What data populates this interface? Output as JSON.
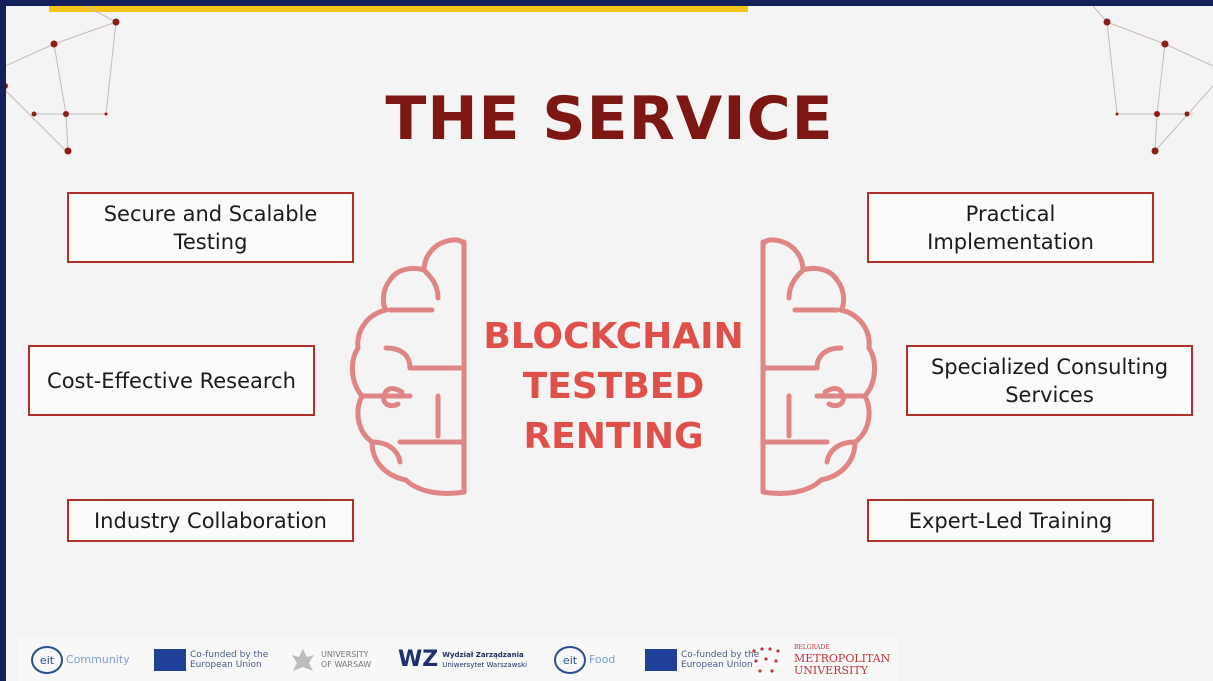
{
  "slide": {
    "title": "THE SERVICE",
    "center": [
      "BLOCKCHAIN",
      "TESTBED",
      "RENTING"
    ],
    "left_boxes": [
      "Secure and Scalable Testing",
      "Cost-Effective Research",
      "Industry Collaboration"
    ],
    "right_boxes": [
      "Practical Implementation",
      "Specialized Consulting Services",
      "Expert-Led Training"
    ]
  },
  "footer_logos": {
    "eit_community": {
      "badge": "eit",
      "label": "Community"
    },
    "eu_cofunded_1": [
      "Co-funded by the",
      "European Union"
    ],
    "uw": [
      "UNIVERSITY",
      "OF WARSAW"
    ],
    "wz": {
      "mark": "WZ",
      "lines": [
        "Wydział Zarządzania",
        "Uniwersytet Warszawski"
      ]
    },
    "eit_food": {
      "badge": "eit",
      "label": "Food"
    },
    "eu_cofunded_2": [
      "Co-funded by the",
      "European Union"
    ],
    "bmu": {
      "small": "BELGRADE",
      "lines": [
        "METROPOLITAN",
        "UNIVERSITY"
      ]
    }
  },
  "colors": {
    "frame": "#13205a",
    "title": "#7d1713",
    "accent": "#e0504a",
    "box_border": "#b0302a",
    "topbar": "#f5c518"
  }
}
